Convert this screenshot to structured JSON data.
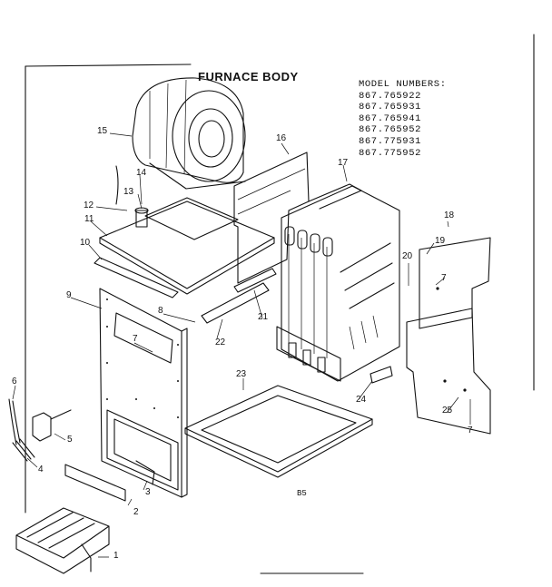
{
  "diagram": {
    "title": "FURNACE BODY",
    "model_header": "MODEL NUMBERS:",
    "models": [
      "867.765922",
      "867.765931",
      "867.765941",
      "867.765952",
      "867.775931",
      "867.775952"
    ],
    "drawing_code": "B5",
    "callouts": [
      "1",
      "2",
      "3",
      "4",
      "5",
      "6",
      "7",
      "7",
      "7",
      "8",
      "9",
      "10",
      "11",
      "12",
      "13",
      "14",
      "15",
      "16",
      "17",
      "18",
      "19",
      "20",
      "21",
      "22",
      "23",
      "24",
      "25"
    ]
  }
}
